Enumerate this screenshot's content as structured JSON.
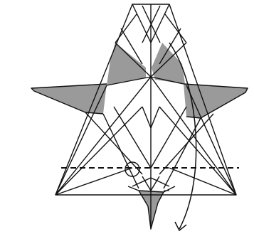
{
  "diagram": {
    "kind": "origami-fold-step",
    "colors": {
      "ink": "#111111",
      "fill": "#9a9a9a",
      "background": "#ffffff"
    },
    "elements": [
      "valley-fold-line",
      "fold-arrow",
      "crease-pattern",
      "shaded-flaps",
      "reference-circle"
    ]
  }
}
